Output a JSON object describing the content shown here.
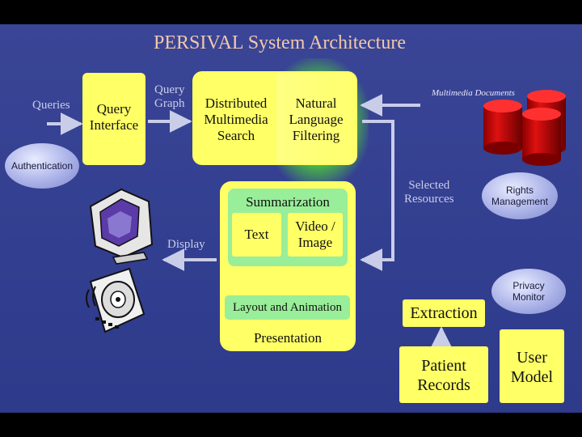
{
  "title": "PERSIVAL System Architecture",
  "labels": {
    "queries": "Queries",
    "query_graph": [
      "Query",
      "Graph"
    ],
    "multimedia_documents": "Multimedia Documents",
    "selected_resources": [
      "Selected",
      "Resources"
    ],
    "display": "Display"
  },
  "boxes": {
    "query_interface": [
      "Query",
      "Interface"
    ],
    "distributed_search": [
      "Distributed",
      "Multimedia",
      "Search"
    ],
    "nl_filtering": [
      "Natural",
      "Language",
      "Filtering"
    ],
    "summarization": "Summarization",
    "text": "Text",
    "video_image": [
      "Video /",
      "Image"
    ],
    "layout_animation": "Layout and Animation",
    "presentation": "Presentation",
    "extraction": "Extraction",
    "patient_records": [
      "Patient",
      "Records"
    ],
    "user_model": [
      "User",
      "Model"
    ]
  },
  "ellipses": {
    "authentication": "Authentication",
    "rights_management": [
      "Rights",
      "Management"
    ],
    "privacy_monitor": [
      "Privacy",
      "Monitor"
    ]
  },
  "colors": {
    "background": "#323e8f",
    "box": "#ffff66",
    "inner_box": "#99ee99",
    "glow": "#66ff33",
    "database": "#cc0000"
  },
  "icons": [
    "monitor-icon",
    "cd-player-icon",
    "database-icon"
  ]
}
